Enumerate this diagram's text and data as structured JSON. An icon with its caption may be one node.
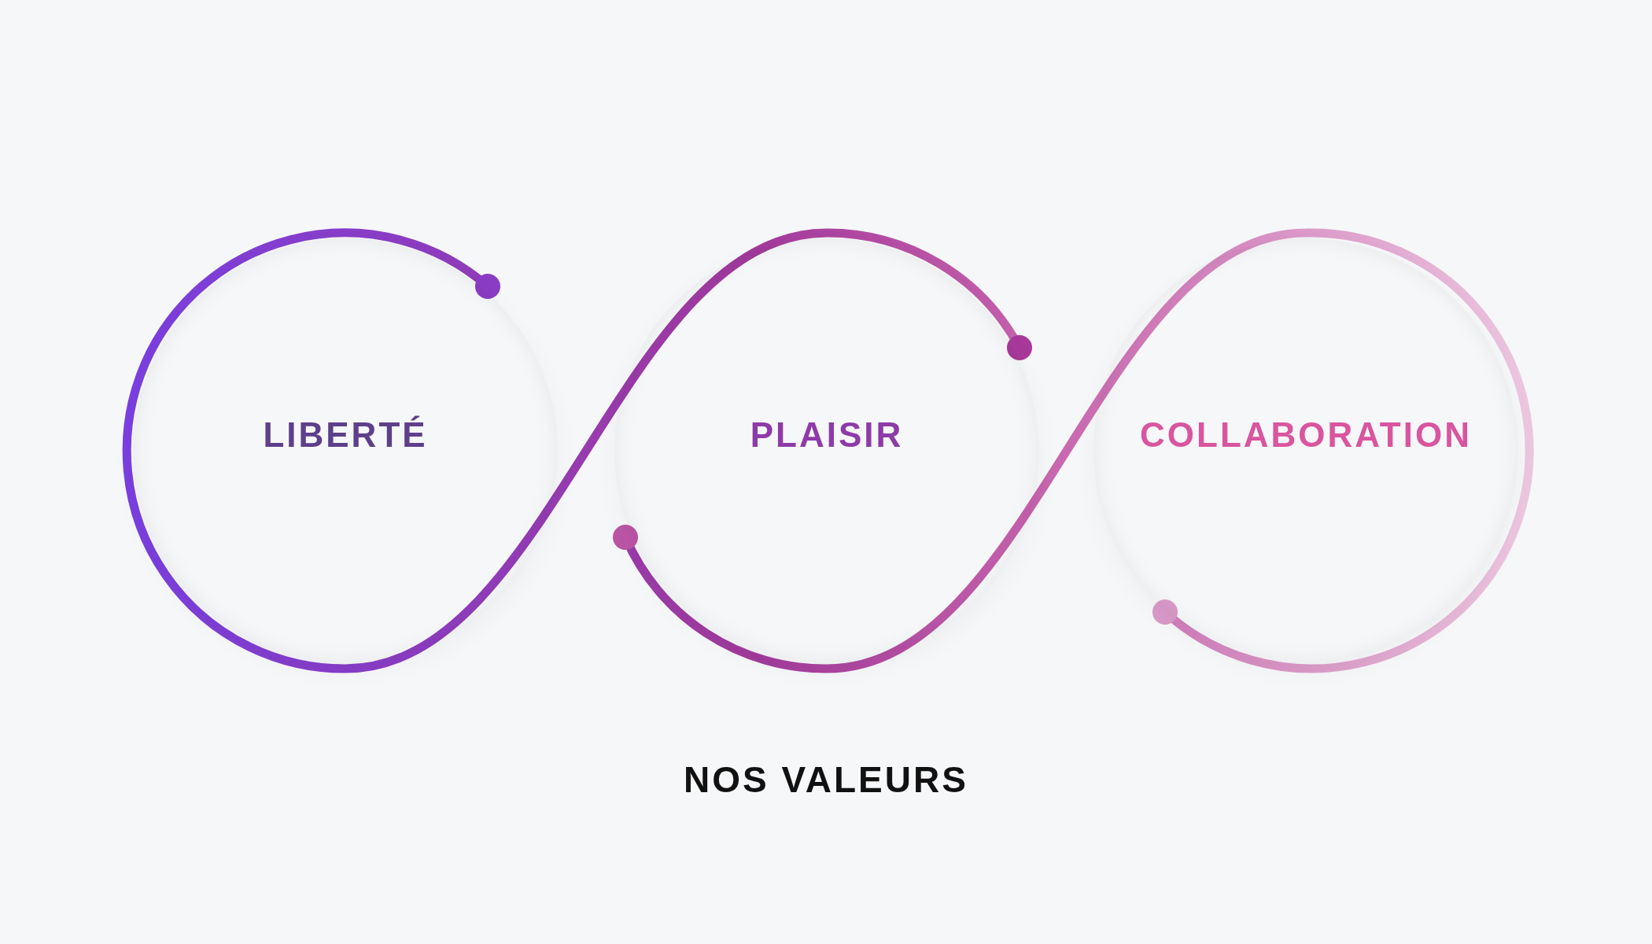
{
  "diagram": {
    "title": "NOS VALEURS",
    "nodes": [
      {
        "text": [
          "LIBERTÉ"
        ]
      },
      {
        "text": [
          "PLAISIR"
        ]
      },
      {
        "text": [
          "COLLABORATION"
        ]
      }
    ]
  }
}
